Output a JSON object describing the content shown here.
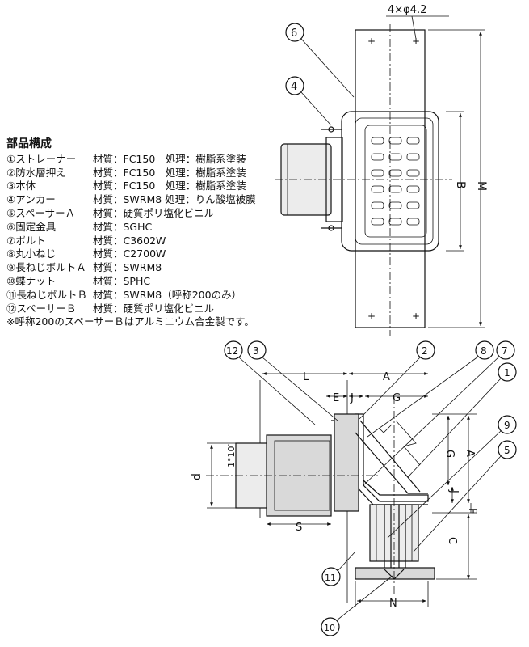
{
  "parts_list": {
    "title": "部品構成",
    "rows": [
      {
        "name": "①ストレーナー",
        "material": "材質：FC150　処理：樹脂系塗装"
      },
      {
        "name": "②防水層押え",
        "material": "材質：FC150　処理：樹脂系塗装"
      },
      {
        "name": "③本体",
        "material": "材質：FC150　処理：樹脂系塗装"
      },
      {
        "name": "④アンカー",
        "material": "材質：SWRM8 処理：りん酸塩被膜"
      },
      {
        "name": "⑤スペーサーＡ",
        "material": "材質：硬質ポリ塩化ビニル"
      },
      {
        "name": "⑥固定金具",
        "material": "材質：SGHC"
      },
      {
        "name": "⑦ボルト",
        "material": "材質：C3602W"
      },
      {
        "name": "⑧丸小ねじ",
        "material": "材質：C2700W"
      },
      {
        "name": "⑨長ねじボルトＡ",
        "material": "材質：SWRM8"
      },
      {
        "name": "⑩蝶ナット",
        "material": "材質：SPHC"
      },
      {
        "name": "⑪長ねじボルトＢ",
        "material": "材質：SWRM8（呼称200のみ）"
      },
      {
        "name": "⑫スペーサーＢ",
        "material": "材質：硬質ポリ塩化ビニル"
      }
    ],
    "note": "※呼称200のスペーサーＢはアルミニウム合金製です。"
  },
  "top_view": {
    "hole_label": "4×φ4.2",
    "dim_B": "B",
    "dim_M": "M",
    "callout_6": "6",
    "callout_4": "4"
  },
  "section_view": {
    "dim_L": "L",
    "dim_A_top": "A",
    "dim_E": "E",
    "dim_J_top": "J",
    "dim_G_top": "G",
    "dim_G_side": "G",
    "dim_A_side": "A",
    "dim_J_side": "J",
    "dim_F": "F",
    "dim_C": "C",
    "dim_d": "d",
    "slope": "1°10′",
    "dim_S": "S",
    "dim_N": "N",
    "callouts": [
      "12",
      "3",
      "2",
      "8",
      "7",
      "1",
      "9",
      "5",
      "11",
      "10"
    ]
  }
}
